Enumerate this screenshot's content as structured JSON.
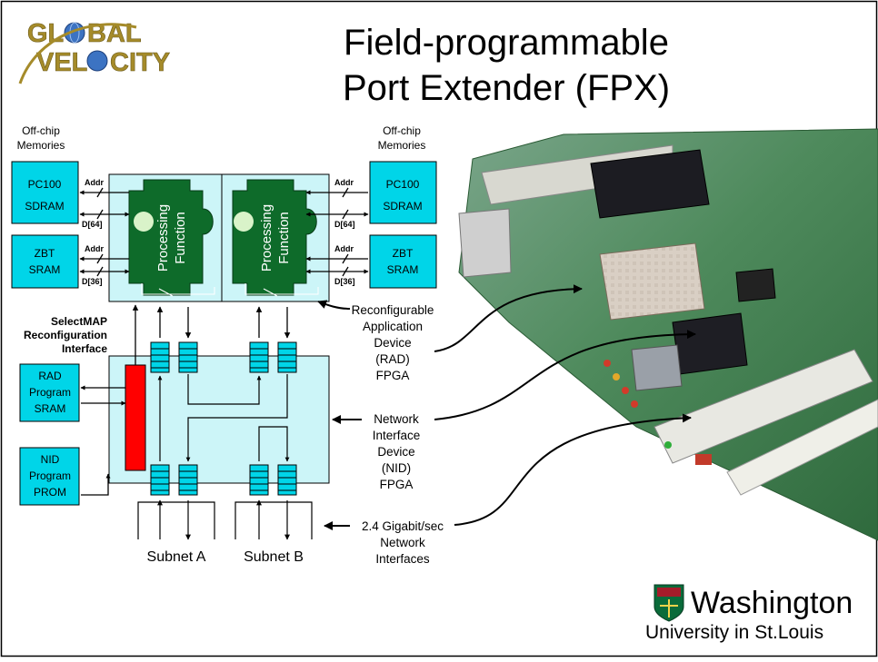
{
  "logos": {
    "global_velocity": [
      "GL",
      "BAL",
      "VEL",
      "CITY"
    ],
    "washington_university": [
      "Washington",
      "University in St.Louis"
    ]
  },
  "title": {
    "line1": "Field-programmable",
    "line2": "Port Extender (FPX)"
  },
  "memories": {
    "left_heading": [
      "Off-chip",
      "Memories"
    ],
    "right_heading": [
      "Off-chip",
      "Memories"
    ],
    "sdram": [
      "PC100",
      "SDRAM"
    ],
    "sram": [
      "ZBT",
      "SRAM"
    ]
  },
  "buses": {
    "addr": "Addr",
    "data_sdram": "D[64]",
    "data_sram": "D[36]"
  },
  "processing_function": [
    "Processing",
    "Function"
  ],
  "selectmap": [
    "SelectMAP",
    "Reconfiguration",
    "Interface"
  ],
  "programs": {
    "rad_program": [
      "RAD",
      "Program",
      "SRAM"
    ],
    "nid_program": [
      "NID",
      "Program",
      "PROM"
    ]
  },
  "subnets": {
    "a": "Subnet A",
    "b": "Subnet B"
  },
  "callouts": {
    "rad": [
      "Reconfigurable",
      "Application",
      "Device",
      "(RAD)",
      "FPGA"
    ],
    "nid": [
      "Network",
      "Interface",
      "Device",
      "(NID)",
      "FPGA"
    ],
    "network": [
      "2.4 Gigabit/sec",
      "Network",
      "Interfaces"
    ]
  },
  "colors": {
    "chip_fill": "#ccf5f8",
    "memory_fill": "#00d5e8",
    "processing_fill": "#0e6b2a",
    "selectmap_bar": "#ff0000",
    "pcb_green": "#3e7d4a"
  }
}
